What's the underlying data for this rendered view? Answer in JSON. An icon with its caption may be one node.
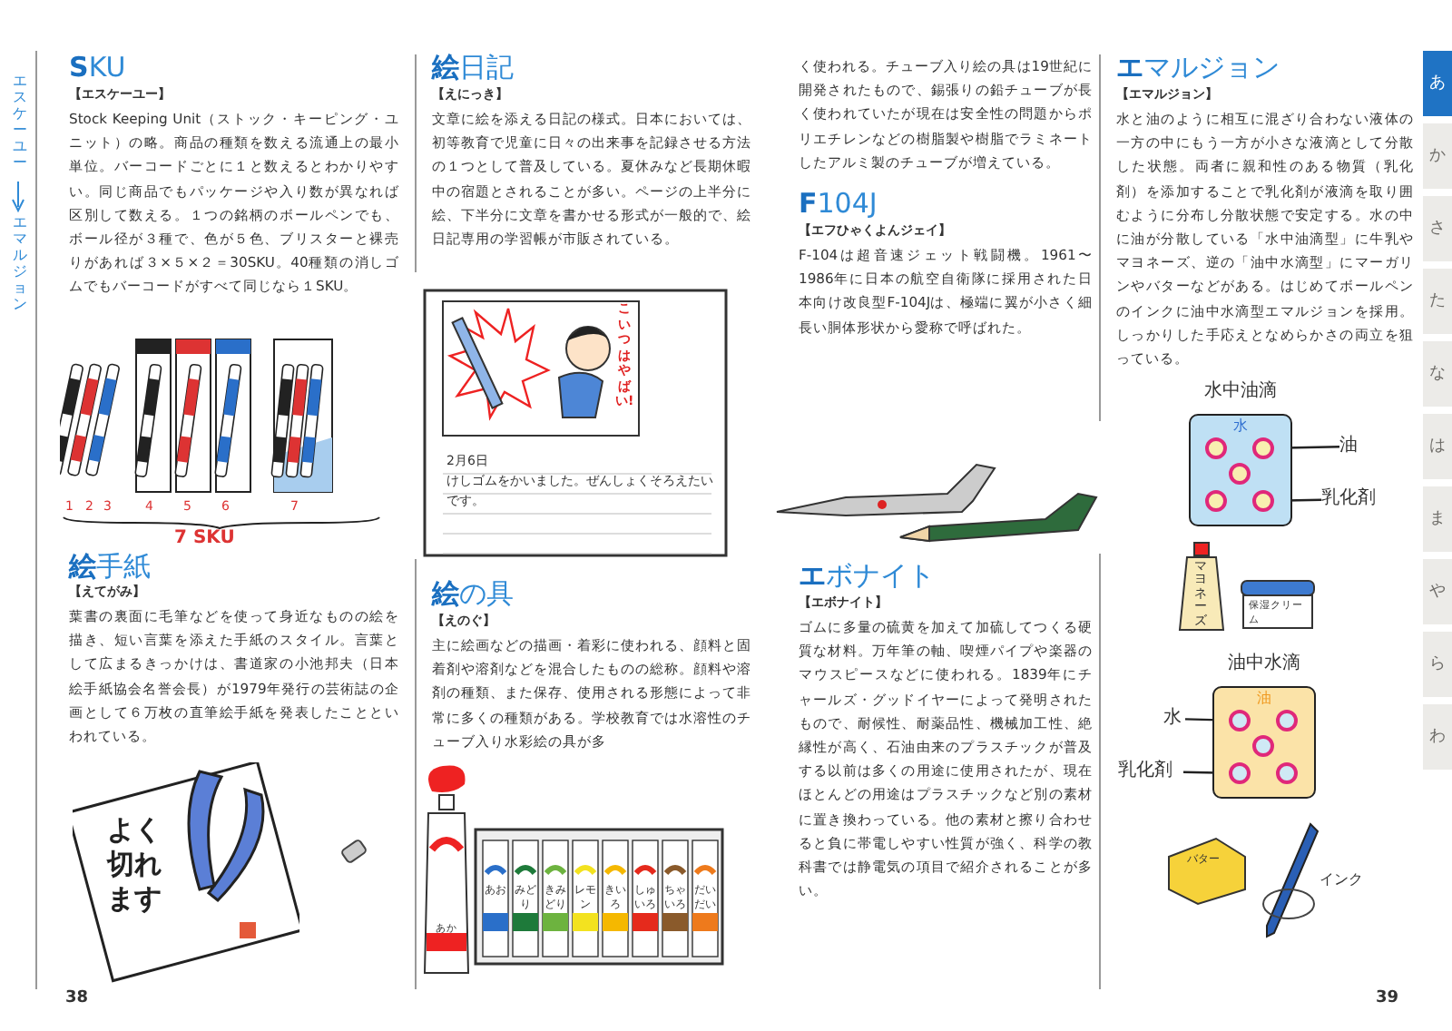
{
  "diagram": {
    "nodes": [
      {
        "text": [
          "水中油滴",
          "水"
        ]
      },
      {
        "text": [],
        "shape": "circle",
        "in": 0
      },
      {
        "text": [],
        "shape": "circle",
        "in": 0
      },
      {
        "text": [],
        "shape": "circle",
        "in": 0
      },
      {
        "text": [],
        "shape": "circle",
        "in": 0
      },
      {
        "text": [],
        "shape": "circle",
        "in": 0
      },
      {
        "text": [
          "油"
        ]
      },
      {
        "text": [
          "乳化剤"
        ]
      },
      {
        "text": [
          "油中水滴",
          "油"
        ]
      },
      {
        "text": [],
        "shape": "circle",
        "in": 8
      },
      {
        "text": [],
        "shape": "circle",
        "in": 8
      },
      {
        "text": [],
        "shape": "circle",
        "in": 8
      },
      {
        "text": [],
        "shape": "circle",
        "in": 8
      },
      {
        "text": [],
        "shape": "circle",
        "in": 8
      },
      {
        "text": [
          "水"
        ]
      },
      {
        "text": [
          "乳化剤"
        ]
      }
    ],
    "edges": [
      {
        "from": 6,
        "to": 2,
        "arrow": "none"
      },
      {
        "from": 7,
        "to": 5,
        "arrow": "none"
      },
      {
        "from": 14,
        "to": 9,
        "arrow": "none"
      },
      {
        "from": 15,
        "to": 12,
        "arrow": "none"
      }
    ],
    "labels": [
      "エスケーユー",
      "エマルジョン",
      "**S**KU",
      "【エスケーユー】",
      "Stock Keeping Unit（ストック・キーピング・ユニット）の略。商品の種類を数える流通上の最小単位。バーコードごとに１と数えるとわかりやすい。同じ商品でもパッケージや入り数が異なれば区別して数える。１つの銘柄のボールペンでも、ボール径が３種で、色が５色、ブリスターと裸売りがあれば３×５×２＝30SKU。40種類の消しゴムでもバーコードがすべて同じなら１SKU。",
      "1",
      "2",
      "3",
      "4",
      "5",
      "6",
      "7",
      "7 SKU",
      "**絵**手紙",
      "【えてがみ】",
      "葉書の裏面に毛筆などを使って身近なものの絵を描き、短い言葉を添えた手紙のスタイル。言葉として広まるきっかけは、書道家の小池邦夫（日本絵手紙協会名誉会長）が1979年発行の芸術誌の企画として６万枚の直筆絵手紙を発表したことといわれている。",
      "よく切れます",
      "38",
      "**絵**日記",
      "【えにっき】",
      "文章に絵を添える日記の様式。日本においては、初等教育で児童に日々の出来事を記録させる方法の１つとして普及している。夏休みなど長期休暇中の宿題とされることが多い。ページの上半分に絵、下半分に文章を書かせる形式が一般的で、絵日記専用の学習帳が市販されている。",
      "こいつはやばい!",
      "2月6日",
      "けしゴムをかいました。ぜんしょくそろえたいです。",
      "**絵**の具",
      "【えのぐ】",
      "主に絵画などの描画・着彩に使われる、顔料と固着剤や溶剤などを混合したものの総称。顔料や溶剤の種類、また保存、使用される形態によって非常に多くの種類がある。学校教育では水溶性のチューブ入り水彩絵の具が多",
      "あか",
      "あお",
      "みどり",
      "きみどり",
      "レモン",
      "きいろ",
      "しゅいろ",
      "ちゃいろ",
      "だいだい",
      "く使われる。チューブ入り絵の具は19世紀に開発されたもので、錫張りの鉛チューブが長く使われていたが現在は安全性の問題からポリエチレンなどの樹脂製や樹脂でラミネートしたアルミ製のチューブが増えている。",
      "**F**104J",
      "【エフひゃくよんジェイ】",
      "F-104は超音速ジェット戦闘機。1961〜1986年に日本の航空自衛隊に採用された日本向け改良型F-104Jは、極端に翼が小さく細長い胴体形状から愛称で呼ばれた。",
      "**エ**ボナイト",
      "【エボナイト】",
      "ゴムに多量の硫黄を加えて加硫してつくる硬質な材料。万年筆の軸、喫煙パイプや楽器のマウスピースなどに使われる。1839年にチャールズ・グッドイヤーによって発明されたもので、耐候性、耐薬品性、機械加工性、絶縁性が高く、石油由来のプラスチックが普及する以前は多くの用途に使用されたが、現在ほとんどの用途はプラスチックなど別の素材に置き換わっている。他の素材と擦り合わせると負に帯電しやすい性質が強く、科学の教科書では静電気の項目で紹介されることが多い。",
      "**エ**マルジョン",
      "【エマルジョン】",
      "水と油のように相互に混ざり合わない液体の一方の中にもう一方が小さな液滴として分散した状態。両者に親和性のある物質（乳化剤）を添加することで乳化剤が液滴を取り囲むように分布し分散状態で安定する。水の中に油が分散している「水中油滴型」に牛乳やマヨネーズ、逆の「油中水滴型」にマーガリンやバターなどがある。はじめてボールペンのインクに油中水滴型エマルジョンを採用。しっかりした手応えとなめらかさの両立を狙っている。",
      "マヨネーズ",
      "保湿クリーム",
      "バター",
      "インク",
      "39",
      "あ",
      "か",
      "さ",
      "た",
      "な",
      "は",
      "ま",
      "や",
      "ら",
      "わ"
    ]
  }
}
